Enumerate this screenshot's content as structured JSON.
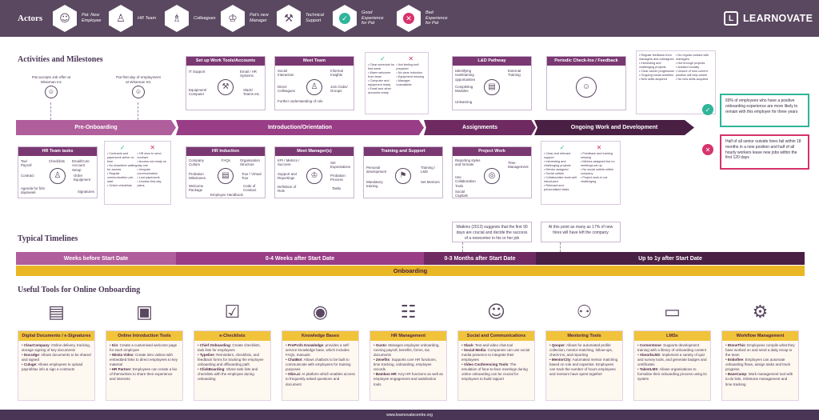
{
  "header": {
    "actors_label": "Actors",
    "actors": [
      {
        "label": "Pat: New Employee",
        "icon": "person-icon"
      },
      {
        "label": "HR Team",
        "icon": "team-icon"
      },
      {
        "label": "Colleagues",
        "icon": "colleagues-icon"
      },
      {
        "label": "Pat's new Manager",
        "icon": "manager-icon"
      },
      {
        "label": "Technical Support",
        "icon": "tech-icon"
      },
      {
        "label": "Good Experience for Pat",
        "icon": "check-icon"
      },
      {
        "label": "Bad Experience for Pat",
        "icon": "x-icon"
      }
    ],
    "brand": "LEARNOVATE"
  },
  "activities": {
    "title": "Activities and Milestones",
    "stages": [
      "Pre-Onboarding",
      "Introduction/Orientation",
      "Assignments",
      "Ongoing Work and Development"
    ],
    "milestones": {
      "accepts": "Pat accepts Job offer at Wiseman Inc",
      "first_day": "Pat first day of employment at Wiseman Inc"
    },
    "boxes": {
      "hr_team_tasks": {
        "title": "HR Team tasks",
        "items": [
          "Tax/ Payroll",
          "Checklists",
          "Email/Core Account Setup",
          "Contract",
          "Order Equipment",
          "Agenda for first day/week",
          "Signatures"
        ]
      },
      "set_up_tools": {
        "title": "Set up Work Tools/Accounts",
        "items": [
          "IT Support",
          "Email / HR Systems",
          "Equipment/ Computer",
          "Slack/ Teams etc."
        ]
      },
      "meet_team": {
        "title": "Meet Team",
        "items": [
          "Social Interaction",
          "Informal Insights",
          "Direct Colleagues",
          "Join Clubs/ Groups",
          "Further understanding of role"
        ]
      },
      "hr_induction": {
        "title": "HR Induction",
        "items": [
          "Company Culture",
          "FAQs",
          "Organisation Structure",
          "Probation Milestones",
          "Tour / Virtual Tour",
          "Welcome Package",
          "Code of Conduct",
          "Employee Handbook"
        ]
      },
      "meet_managers": {
        "title": "Meet Manager(s)",
        "items": [
          "KPI / Metrics / Success",
          "Set Expectations",
          "Support and Reportings",
          "Probation Process",
          "Definition of Role",
          "Tasks"
        ]
      },
      "training": {
        "title": "Training and Support",
        "items": [
          "Personal development",
          "Training / LMS",
          "Mandatory training",
          "Set Mentors"
        ]
      },
      "ld_pathway": {
        "title": "L&D Pathway",
        "items": [
          "Identifying new/training opportunities",
          "External Training",
          "Completing Modules",
          "Unlearning"
        ]
      },
      "project_work": {
        "title": "Project Work",
        "items": [
          "Reporting styles and formats",
          "Time Management",
          "Use Collaboration Tools",
          "Social Capitals"
        ]
      },
      "check_ins": {
        "title": "Periodic Check-Ins / Feedback",
        "items": []
      }
    },
    "pre_good": "• Contracts and paperwork arrive on time\n• No downtime waiting for access\n• Regular communication pre-start\n• Online checklists",
    "pre_bad": "• HR slow to send contract\n• Access not ready on day one\n• Irregular communication\n• Lost paperwork\n• Unclear first-day plans",
    "intro_good": "• Clear schedule for first week\n• Warm welcome from team\n• Computer and equipment ready\n• Email and other accounts ready",
    "intro_bad": "• Not feeling well prepared\n• No clear induction\n• Equipment missing\n• Manager unavailable",
    "assign_good": "• Clear and relevant support\n• Interesting and challenging projects\n• Mentor assigned\n• Social outlets\n• Collaborative tools well introduced\n• Relevant and personalised tasks",
    "assign_bad": "• Feedback and training missing\n• Metrics assigned but no meetings set up\n• No social outlets within company\n• Project work is not challenging",
    "ongoing_good": "• Regular feedback from managers and colleagues\n• Interesting and challenging projects\n• Clear career progression\n• Ongoing social activities\n• New skills acquired",
    "ongoing_bad": "• No regular contact with managers\n• Not enough projects\n• Isolated socially\n• Unsure of how current position will help career\n• No new skills acquired",
    "outcome_good": "69% of employees who have a positive onboarding experience are more likely to remain with this employer for three years",
    "outcome_bad": "Half of all senior outside hires fail within 18 months in a new position and half of all hourly workers leave new jobs within the first 120 days"
  },
  "timelines": {
    "title": "Typical Timelines",
    "notes": [
      "Watkins (2013) suggests that the first 90 days are crucial and decide the success of a newcomer in his or her job",
      "At this point as many as 17% of new hires will have left the company"
    ],
    "segments": [
      "Weeks before Start Date",
      "0-4 Weeks after Start Date",
      "0-3 Months after Start Date",
      "Up to 1y after Start Date"
    ],
    "onboarding": "Onboarding"
  },
  "tools": {
    "title": "Useful Tools for Online Onboarding",
    "items": [
      {
        "title": "Digital Documents / e-Signatures",
        "icon": "documents-icon",
        "glyph": "▤",
        "entries": [
          [
            "ClearCompany",
            ": Online delivery, tracking, storage signing of key documents"
          ],
          [
            "Docsdge",
            ": Allows documents to be shared and signed"
          ],
          [
            "Culuge",
            ": Allows employees to upload payroll/tax info & sign e-contracts"
          ]
        ]
      },
      {
        "title": "Online Introduction Tools",
        "icon": "video-intro-icon",
        "glyph": "▣",
        "entries": [
          [
            "Kin",
            ": Create a customised welcome page for each employee"
          ],
          [
            "Wistia Video",
            ": Create intro videos with embedded links to direct employees to key material"
          ],
          [
            "HR Partner",
            ": Employees can create a bio of themselves to share their experience and interests"
          ]
        ]
      },
      {
        "title": "e-Checklists",
        "icon": "checklist-icon",
        "glyph": "☑",
        "entries": [
          [
            "Chief Onboarding",
            ": Create checklists, task lists for employees"
          ],
          [
            "Typeline",
            ": Reminders, checklists, and feedback forms for tracking the employee onboarding and offboarding path"
          ],
          [
            "ClickBoarding",
            ": Share task lists and checklists with the employee during onboarding"
          ]
        ]
      },
      {
        "title": "Knowledge Bases",
        "icon": "knowledge-icon",
        "glyph": "◉",
        "entries": [
          [
            "ProProfs Knowledge",
            ": provides a self-service knowledge base, which includes FAQs, manuals"
          ],
          [
            "ChatBot",
            ": Allows chatbots to be built to communicate with employees for training purposes"
          ],
          [
            "Obie.ai",
            ": AI platform which enables access to frequently asked questions and document"
          ]
        ]
      },
      {
        "title": "HR Management",
        "icon": "hr-management-icon",
        "glyph": "☷",
        "entries": [
          [
            "Gusto",
            ": Manages employee onboarding, running payroll, benefits, forms, tax documents"
          ],
          [
            "Zenefits",
            ": Supports core HR functions, time tracking, onboarding, employee records"
          ],
          [
            "Bamboo HR",
            ": Key HR functions as well as employee engagement and satisfaction tools"
          ]
        ]
      },
      {
        "title": "Social and Communications",
        "icon": "social-icon",
        "glyph": "☺",
        "entries": [
          [
            "Slack",
            ": Text and video chat tool"
          ],
          [
            "Social Media",
            ": Companies can use social media presence to integrate their employees"
          ],
          [
            "Video Conferencing Tools",
            ": The emulation of face-to-face meetings during online onboarding can be crucial for employees to build rapport"
          ]
        ]
      },
      {
        "title": "Mentoring Tools",
        "icon": "mentoring-icon",
        "glyph": "⚇",
        "entries": [
          [
            "Qooper",
            ": Allows for automated profile collection, mentor-matching, follow-ups, check-ins, and reporting"
          ],
          [
            "MentorCity",
            ": Automated mentor matching based on role and expertise. Employees can track the number of hours employees and mentors have spent together"
          ]
        ]
      },
      {
        "title": "LMSs",
        "icon": "lms-icon",
        "glyph": "▭",
        "entries": [
          [
            "Cornerstone",
            ": Supports development training with a library of onboarding content"
          ],
          [
            "AbsorbLMS",
            ": Implement a variety of quiz and survey tools, and generate badges and certificates"
          ],
          [
            "TalentLMS",
            ": Allows organisations to formalise their onboarding process using its system"
          ]
        ]
      },
      {
        "title": "Workflow Management",
        "icon": "workflow-icon",
        "glyph": "⚙",
        "entries": [
          [
            "IDoneThis",
            ": Employees compile what they have worked on and send a daily recap to the team"
          ],
          [
            "Enboftee",
            ": Employers can automate onboarding flows, assign tasks and track progress"
          ],
          [
            "BaseCamp",
            ": Work management tool with to-do lists, milestone management and time tracking"
          ]
        ]
      }
    ]
  },
  "footer": "www.learnovatecentre.org",
  "colors": {
    "purple_dark": "#4a1f44",
    "purple": "#993d86",
    "accent_yellow": "#f1c33a",
    "good": "#2fb59a",
    "bad": "#d6336c"
  }
}
